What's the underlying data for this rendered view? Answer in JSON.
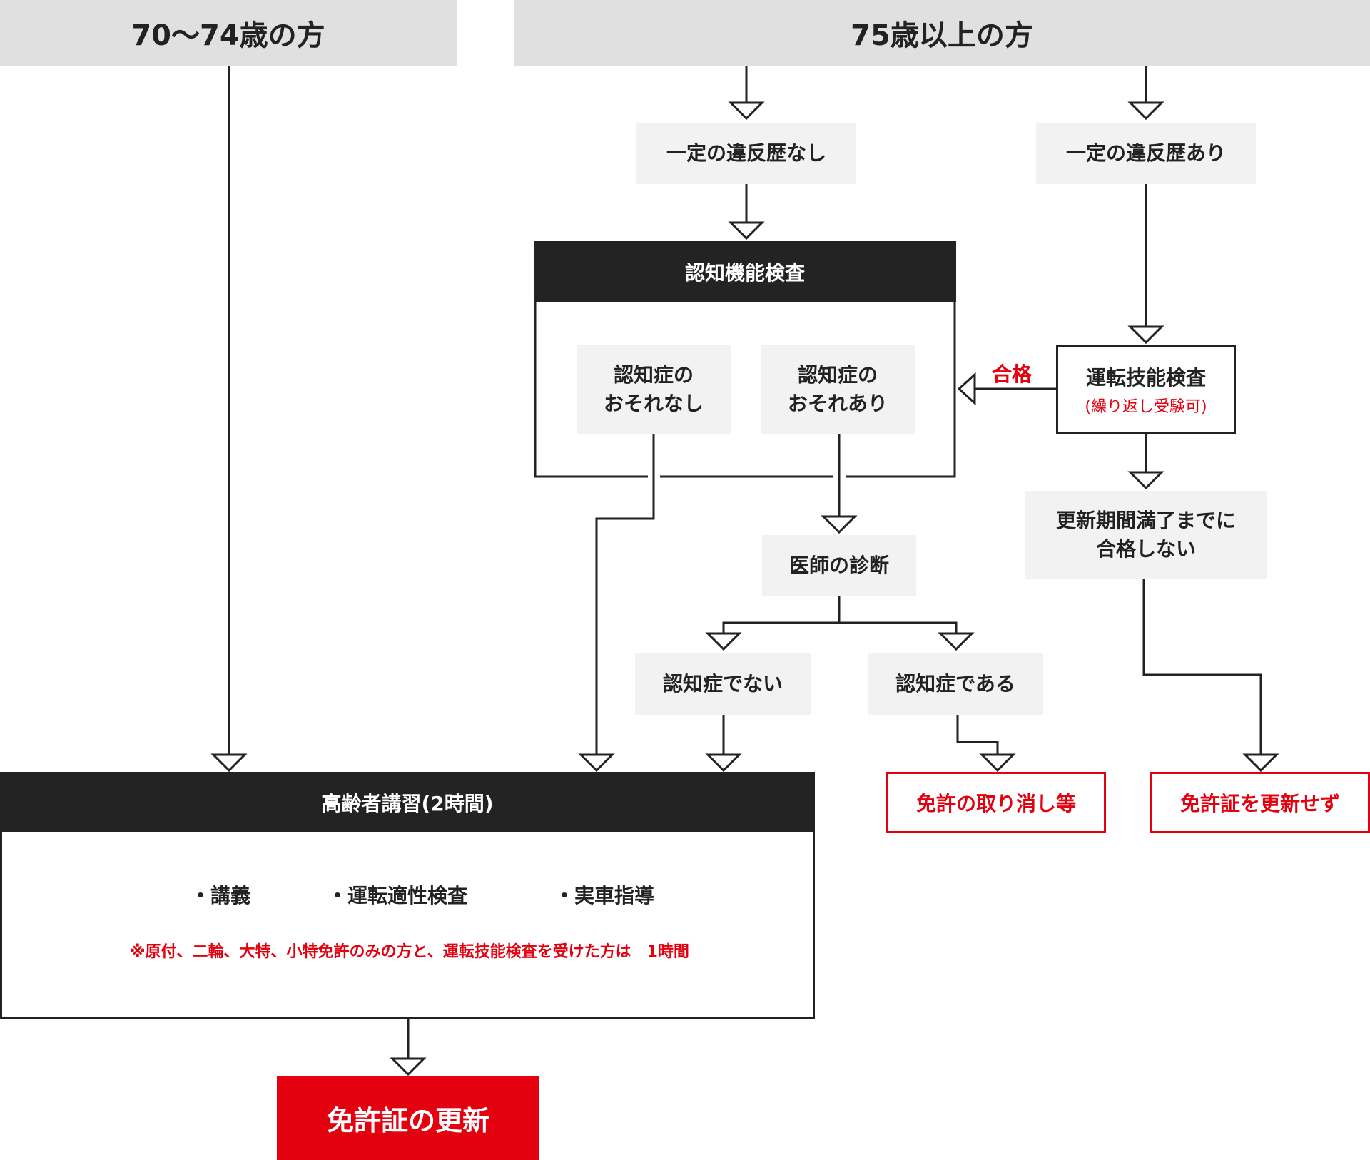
{
  "headers": {
    "age_70_74": "70〜74歳の方",
    "age_75_plus": "75歳以上の方"
  },
  "violation": {
    "none": "一定の違反歴なし",
    "exists": "一定の違反歴あり"
  },
  "cognitive_test": {
    "title": "認知機能検査",
    "no_risk": [
      "認知症の",
      "おそれなし"
    ],
    "risk": [
      "認知症の",
      "おそれあり"
    ]
  },
  "driving_test": {
    "title": "運転技能検査",
    "note": "(繰り返し受験可)",
    "pass_label": "合格"
  },
  "not_pass": [
    "更新期間満了までに",
    "合格しない"
  ],
  "doctor": "医師の診断",
  "diagnosis": {
    "not_dementia": "認知症でない",
    "dementia": "認知症である"
  },
  "revocation": "免許の取り消し等",
  "no_renewal": "免許証を更新せず",
  "lecture": {
    "title": "高齢者講習(2時間)",
    "items": [
      "・講義",
      "・運転適性検査",
      "・実車指導"
    ],
    "note": "※原付、二輪、大特、小特免許のみの方と、運転技能検査を受けた方は　1時間"
  },
  "renewal": "免許証の更新",
  "colors": {
    "accent_red": "#e3000f",
    "dark": "#232323",
    "header_gray": "#e0e0e0",
    "box_gray": "#f2f2f2"
  }
}
